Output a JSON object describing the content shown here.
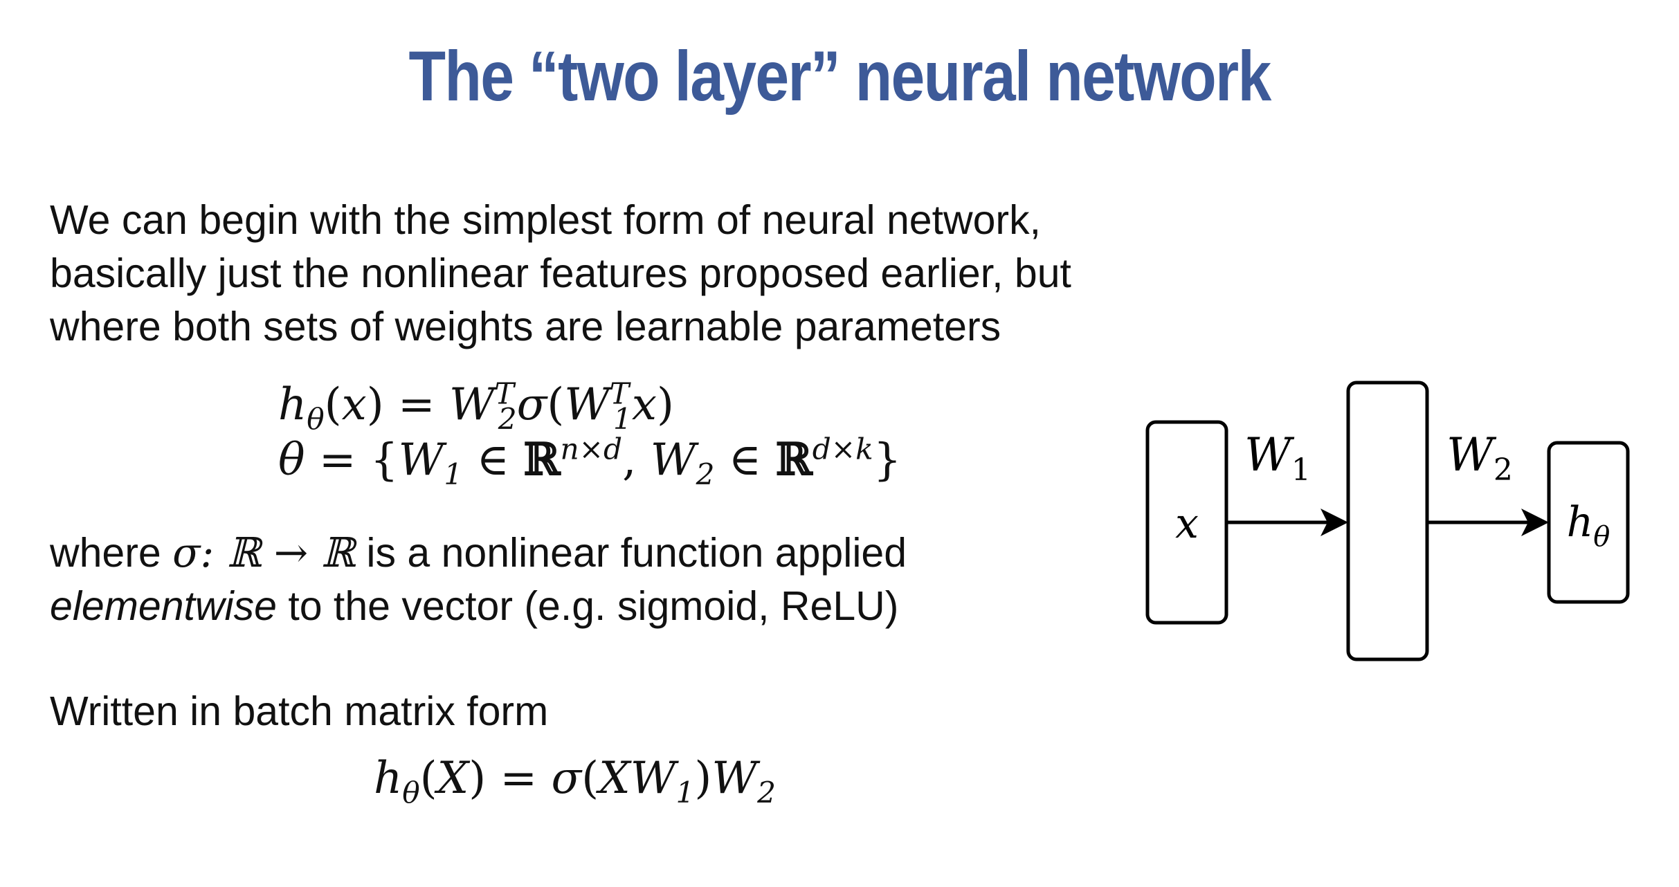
{
  "slide": {
    "title": "The “two layer” neural network"
  },
  "intro": {
    "lines": [
      "We can begin with the simplest form of neural network,",
      "basically just the nonlinear features proposed earlier, but",
      "where both sets of weights are learnable parameters"
    ]
  },
  "equations": {
    "hypothesis": "hθ(x) = W2ᵀ σ(W1ᵀ x)",
    "params": "θ = {W1 ∈ ℝ^(n×d), W2 ∈ ℝ^(d×k)}",
    "batch": "hθ(X) = σ(XW1)W2"
  },
  "sigma_note": {
    "pre": "where ",
    "math": "σ: ℝ → ℝ",
    "post": " is a nonlinear function applied",
    "emph": "elementwise",
    "rest": " to the vector (e.g. sigmoid, ReLU)"
  },
  "batch_text": "Written in batch matrix form",
  "diagram": {
    "input_label": "x",
    "w1_label": "W1",
    "w2_label": "W2",
    "output_label": "hθ"
  }
}
